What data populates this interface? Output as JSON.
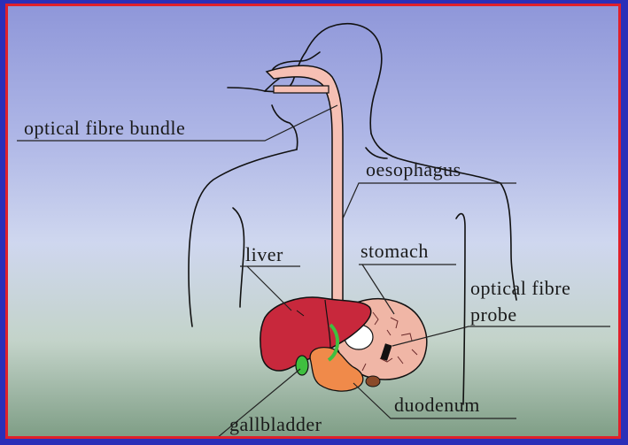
{
  "labels": {
    "optical_fibre_bundle": "optical fibre bundle",
    "oesophagus": "oesophagus",
    "liver": "liver",
    "stomach": "stomach",
    "optical_fibre_probe_line1": "optical fibre",
    "optical_fibre_probe_line2": "probe",
    "duodenum": "duodenum",
    "gallbladder": "gallbladder"
  },
  "colors": {
    "background": "#2b2fb8",
    "frame_border": "#e0202a",
    "liver": "#c8283c",
    "stomach": "#f0b6a6",
    "duodenum": "#f08a4a",
    "gallbladder": "#3fbf3f",
    "oesophagus": "#f6c0b4"
  }
}
